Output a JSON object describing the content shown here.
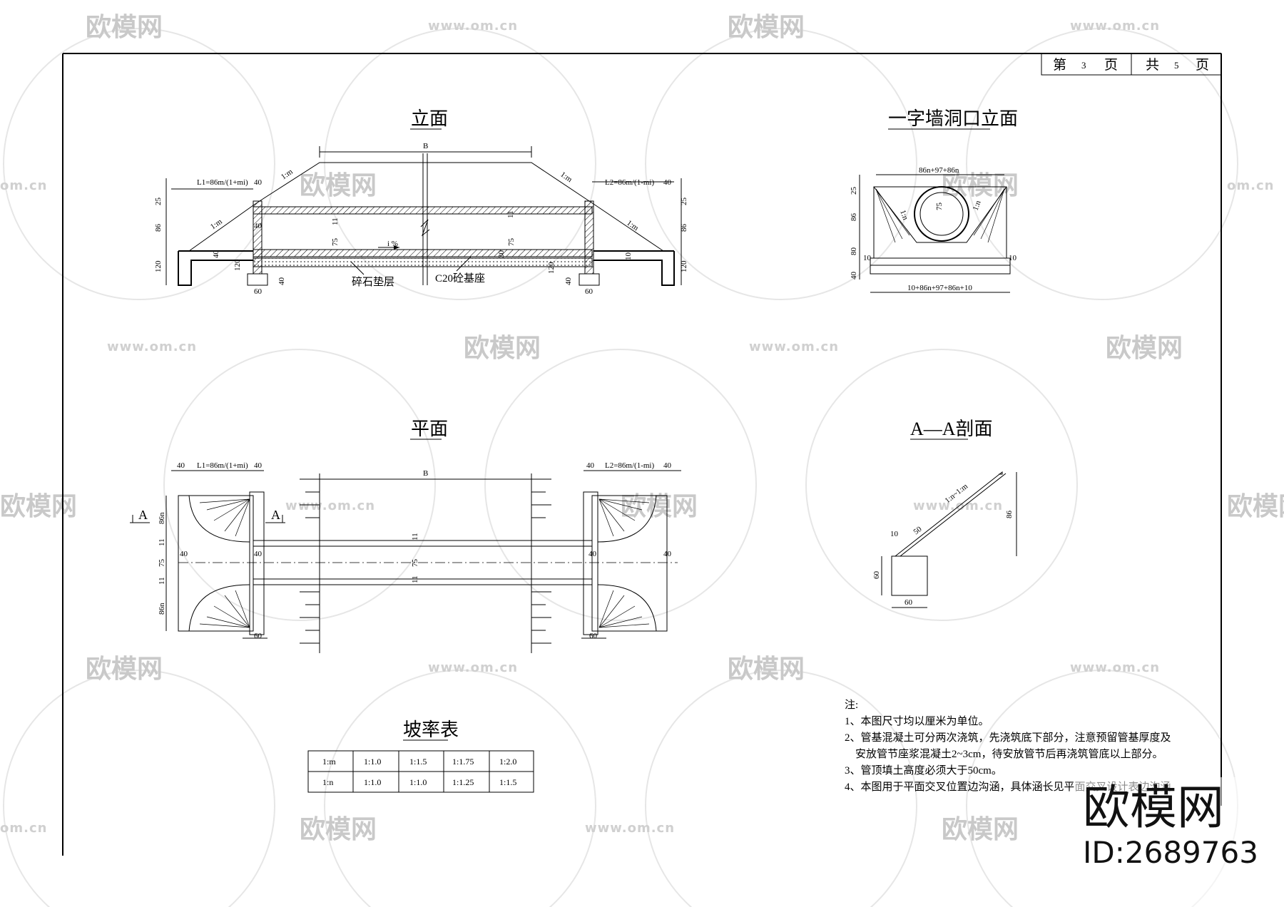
{
  "header": {
    "page_label_1": "第",
    "page_current": "3",
    "page_label_2": "页",
    "total_label_1": "共",
    "page_total": "5",
    "total_label_2": "页"
  },
  "views": {
    "elevation_title": "立面",
    "portal_title": "一字墙洞口立面",
    "plan_title": "平面",
    "section_title": "A—A剖面",
    "slope_table_title": "坡率表"
  },
  "elevation": {
    "B": "B",
    "L1": "L1=86m/(1+mi)",
    "L2": "L2=86m/(1-mi)",
    "d40": "40",
    "d25": "25",
    "d86": "86",
    "d120": "120",
    "d11": "11",
    "d75": "75",
    "d60": "60",
    "d10": "10",
    "d30": "30",
    "slope_m": "1:m",
    "grade": "i %",
    "gravel": "碎石垫层",
    "c20": "C20砼基座"
  },
  "portal": {
    "top_dim": "86n+97+86n",
    "bottom_dim": "10+86n+97+86n+10",
    "d25": "25",
    "d86": "86",
    "d80": "80",
    "d40": "40",
    "d10": "10",
    "d75": "75",
    "slope_n": "1:n"
  },
  "plan": {
    "B": "B",
    "L1": "L1=86m/(1+mi)",
    "L2": "L2=86m/(1-mi)",
    "d40": "40",
    "d86n": "86n",
    "d11": "11",
    "d75": "75",
    "d60": "60",
    "section_mark": "A"
  },
  "section": {
    "slope": "1:n~1:m",
    "d10": "10",
    "d50": "50",
    "d86": "86",
    "d60": "60"
  },
  "slope_table": {
    "rows": [
      [
        "1:m",
        "1:1.0",
        "1:1.5",
        "1:1.75",
        "1:2.0"
      ],
      [
        "1:n",
        "1:1.0",
        "1:1.0",
        "1:1.25",
        "1:1.5"
      ]
    ]
  },
  "notes": {
    "heading": "注:",
    "items": [
      "1、本图尺寸均以厘米为单位。",
      "2、管基混凝土可分两次浇筑，先浇筑底下部分，注意预留管基厚度及",
      "    安放管节座浆混凝土2~3cm，待安放管节后再浇筑管底以上部分。",
      "3、管顶填土高度必须大于50cm。",
      "4、本图用于平面交叉位置边沟涵，具体涵长见平面交叉设计表边沟涵"
    ]
  },
  "watermark": {
    "brand": "欧模网",
    "url": "www.om.cn",
    "url_short": "om.cn",
    "id": "ID:2689763"
  }
}
